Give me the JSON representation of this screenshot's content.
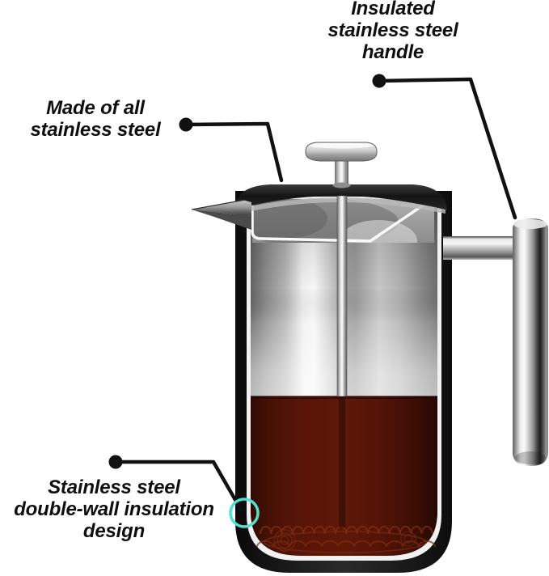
{
  "labels": {
    "handle": {
      "lines": [
        "Insulated",
        "stainless steel",
        "handle"
      ]
    },
    "material": {
      "lines": [
        "Made of all",
        "stainless steel"
      ]
    },
    "insulation": {
      "lines": [
        "Stainless steel",
        "double-wall insulation",
        "design"
      ]
    }
  },
  "colors": {
    "callout": "#111111",
    "highlight_ring": "#52e0d0",
    "coffee": "#5a1508",
    "steel_highlight": "#f4f4f4",
    "steel_shadow": "#6f6f6f",
    "lid": "#1c1c1c"
  }
}
